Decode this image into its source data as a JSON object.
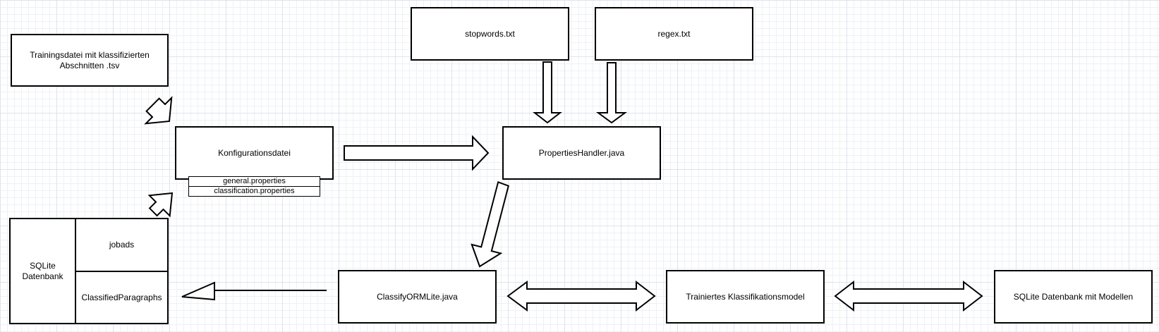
{
  "diagram": {
    "nodes": {
      "training_file": "Trainingsdatei mit klassifizierten Abschnitten .tsv",
      "stopwords": "stopwords.txt",
      "regex": "regex.txt",
      "config_file": "Konfigurationsdatei",
      "general_props": "general.properties",
      "classification_props": "classification.properties",
      "properties_handler": "PropertiesHandler.java",
      "sqlite_db": "SQLite Datenbank",
      "jobads": "jobads",
      "classified_paragraphs": "ClassifiedParagraphs",
      "classify_ormlite": "ClassifyORMLite.java",
      "trained_model": "Trainiertes Klassifikationsmodel",
      "sqlite_models": "SQLite Datenbank mit Modellen"
    },
    "edges": [
      {
        "from": "Trainingsdatei mit klassifizierten Abschnitten .tsv",
        "to": "Konfigurationsdatei"
      },
      {
        "from": "SQLite Datenbank",
        "to": "Konfigurationsdatei"
      },
      {
        "from": "stopwords.txt",
        "to": "PropertiesHandler.java"
      },
      {
        "from": "regex.txt",
        "to": "PropertiesHandler.java"
      },
      {
        "from": "Konfigurationsdatei",
        "to": "PropertiesHandler.java"
      },
      {
        "from": "PropertiesHandler.java",
        "to": "ClassifyORMLite.java"
      },
      {
        "from": "ClassifyORMLite.java",
        "to": "SQLite Datenbank"
      },
      {
        "from": "ClassifyORMLite.java",
        "to": "Trainiertes Klassifikationsmodel",
        "bidirectional": true
      },
      {
        "from": "Trainiertes Klassifikationsmodel",
        "to": "SQLite Datenbank mit Modellen",
        "bidirectional": true
      }
    ]
  }
}
